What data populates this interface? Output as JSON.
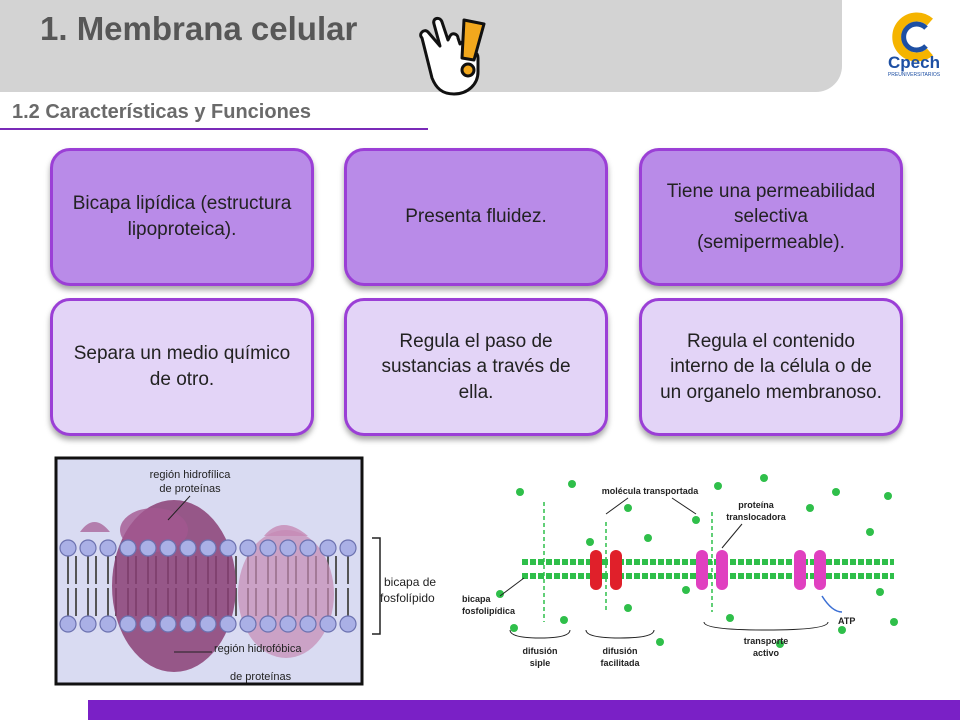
{
  "header": {
    "title": "1. Membrana celular",
    "subtitle": "1.2 Características y Funciones",
    "logo_text": "Cpech",
    "logo_subtext": "PREUNIVERSITARIOS"
  },
  "cards": [
    {
      "text": "Bicapa lipídica (estructura lipoproteica)."
    },
    {
      "text": "Presenta fluidez."
    },
    {
      "text": "Tiene una permeabilidad selectiva (semipermeable)."
    },
    {
      "text": "Separa un medio químico de otro."
    },
    {
      "text": "Regula el paso de sustancias a través de ella."
    },
    {
      "text": "Regula el contenido interno de la célula o de un organelo membranoso."
    }
  ],
  "figure_left": {
    "label_top_1": "región hidrofílica",
    "label_top_2": "de proteínas",
    "label_side_1": "bicapa de",
    "label_side_2": "fosfolípido",
    "label_bottom_1": "región hidrofóbica",
    "label_bottom_2": "de proteínas"
  },
  "figure_right": {
    "molecula": "molécula transportada",
    "proteina_1": "proteína",
    "proteina_2": "translocadora",
    "bicapa_1": "bicapa",
    "bicapa_2": "fosfolipídica",
    "difusion_simple_1": "difusión",
    "difusion_simple_2": "siple",
    "difusion_fac_1": "difusión",
    "difusion_fac_2": "facilitada",
    "transporte_1": "transporte",
    "transporte_2": "activo",
    "atp": "ATP"
  },
  "colors": {
    "accent": "#7a20c6",
    "card_dark": "#b98be8",
    "card_light": "#e3d4f7",
    "channel_red": "#e0202a",
    "channel_pink": "#e040c0",
    "dot_green": "#2fbf4a"
  }
}
